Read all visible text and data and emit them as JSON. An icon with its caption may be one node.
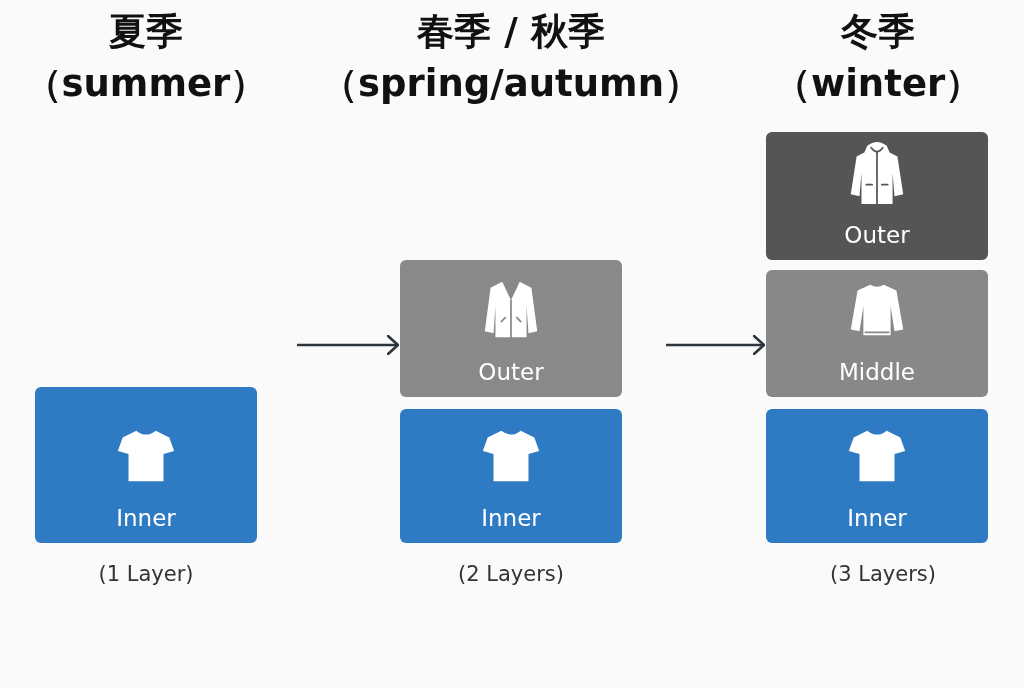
{
  "diagram": {
    "nodes": [
      {
        "text": [
          "Inner"
        ]
      },
      {
        "text": [
          "Outer"
        ]
      },
      {
        "text": [
          "Inner"
        ]
      },
      {
        "text": [
          "Outer"
        ]
      },
      {
        "text": [
          "Middle"
        ]
      },
      {
        "text": [
          "Inner"
        ]
      }
    ],
    "edges": [
      {
        "from": null,
        "to": 1,
        "arrow": "to"
      },
      {
        "from": null,
        "to": 4,
        "arrow": "to"
      }
    ],
    "labels": [
      "夏季（summer）",
      "春季 / 秋季（spring/autumn）",
      "冬季（winter）",
      "(1 Layer)",
      "(2 Layers)",
      "(3 Layers)"
    ]
  }
}
